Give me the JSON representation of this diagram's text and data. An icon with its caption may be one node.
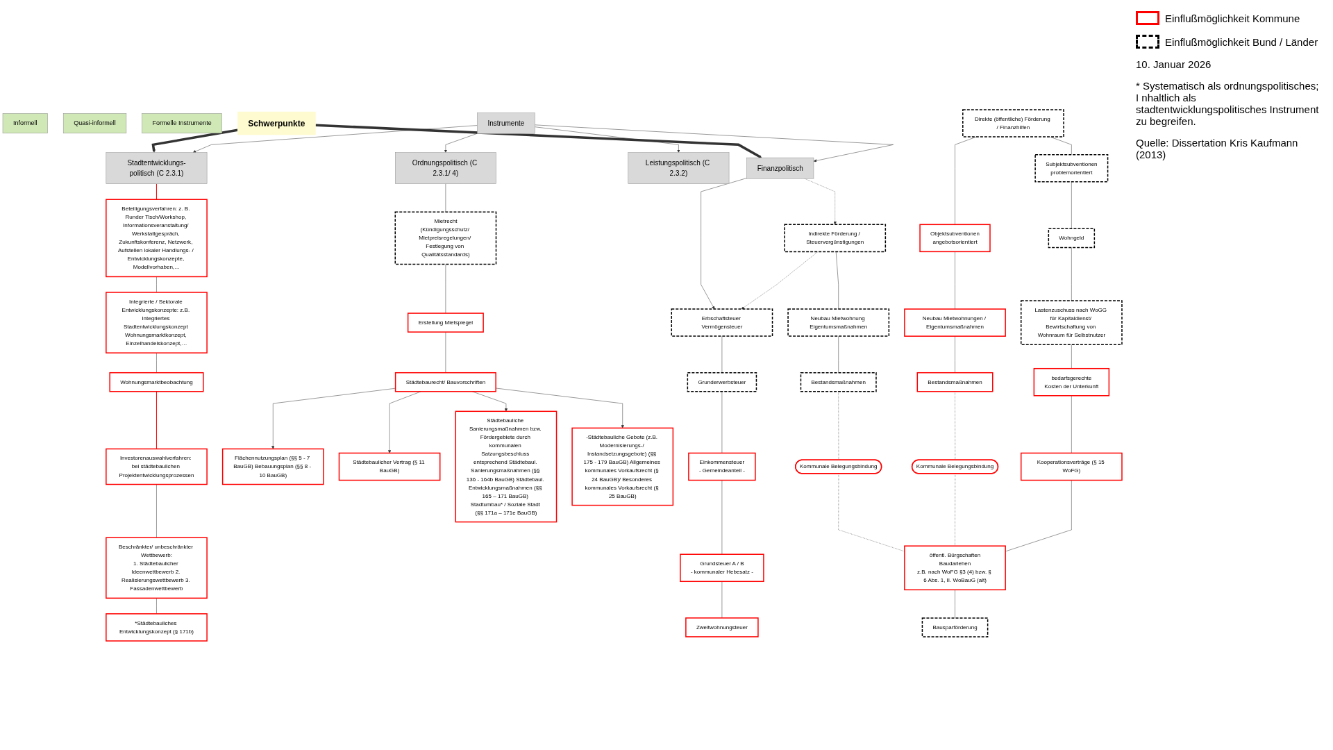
{
  "diagram": {
    "nodes": [
      {
        "text": [
          "Instrumente"
        ]
      },
      {
        "text": [
          "Stadtentwicklungs-politisch (C 2.3.1)"
        ]
      },
      {
        "text": [
          "Ordnungspolitisch (C 2.3.1/ 4)"
        ]
      },
      {
        "text": [
          "Schwerpunkte"
        ]
      },
      {
        "text": [
          "Leistungspolitisch (C 2.3.2)"
        ]
      },
      {
        "text": [
          "Finanzpolitisch"
        ]
      },
      {
        "text": [
          "Informell"
        ]
      },
      {
        "text": [
          "Beteiligungsverfahren: z. B. Runder Tisch/Workshop, Informationsveranstaltung/ Werkstattgespräch, Zukunftskonferenz, Netzwerk, Aufstellen lokaler Handlungs- / Entwicklungskonzepte, Modellvorhaben,…"
        ]
      },
      {
        "text": [
          "Integrierte / Sektorale Entwicklungskonzepte: z.B. Integriertes Stadtentwicklungskonzept Wohnungsmarktkonzept, Einzelhandelskonzept,…"
        ]
      },
      {
        "text": [
          "Wohnungsmarktbeobachtung"
        ]
      },
      {
        "text": [
          "Quasi-informell"
        ]
      },
      {
        "text": [
          "Investorenauswahlverfahren: bei städtebaulichen Projektentwicklungsprozessen"
        ]
      },
      {
        "text": [
          "Beschränkter/ unbeschränkter Wettbewerb:",
          "1. Städtebaulicher Ideenwettbewerb 2. Realisierungswettbewerb 3. Fassadenwettbewerb"
        ]
      },
      {
        "text": [
          "*Städtebauliches Entwicklungskonzept (§ 171b)"
        ]
      },
      {
        "text": [
          "Mietrecht",
          "(Kündigungsschutz/ Mietpreisregelungen/ Festlegung von Qualitätsstandards)"
        ]
      },
      {
        "text": [
          "Erstellung Mietspiegel"
        ]
      },
      {
        "text": [
          "Städtebaurecht/ Bauvorschriften"
        ]
      },
      {
        "text": [
          "Flächennutzungsplan (§§ 5 - 7 BauGB) Bebauungsplan (§§ 8 - 10 BauGB)"
        ]
      },
      {
        "text": [
          "Städtebaulicher Vertrag (§ 11 BauGB)"
        ]
      },
      {
        "text": [
          "Städtebauliche Sanierungsmaßnahmen bzw. Fördergebiete durch kommunalen Satzungsbeschluss entsprechend Städtebaul. Sanierungsmaßnahmen (§§ 136 - 164b BauGB) Städtebaul. Entwicklungsmaßnahmen (§§ 165 – 171 BauGB) Stadtumbau* / Soziale Stadt (§§ 171a – 171e BauGB)"
        ]
      },
      {
        "text": [
          "-Städtebauliche Gebote (z.B. Modernisierungs-/ Instandsetzungsgebote) (§§ 175 - 179 BauGB) Allgemeines kommunales Vorkaufsrecht (§ 24 BauGB)/ Besonderes kommunales Vorkaufsrecht (§ 25 BauGB)"
        ]
      },
      {
        "text": [
          "Direkte (öffentliche) Förderung / Finanzhilfen"
        ]
      },
      {
        "text": [
          "Indirekte Förderung / Steuervergünstigungen"
        ]
      },
      {
        "text": [
          "Objektsubventionen",
          "angebotsorientiert"
        ]
      },
      {
        "text": [
          "Subjektsubventionen",
          "problemorientiert"
        ]
      },
      {
        "text": [
          "Neubau Mietwohnungen / Eigentumsmaßnahmen"
        ]
      },
      {
        "text": [
          "Bestandsmaßnahmen"
        ]
      },
      {
        "text": [
          "Wohngeld"
        ]
      },
      {
        "text": [
          "Lastenzuschuss nach WoGG für Kapitaldienst/ Bewirtschaftung von Wohnraum für Selbstnutzer"
        ]
      },
      {
        "text": [
          "bedarfsgerechte",
          "Kosten der Unterkunft"
        ]
      },
      {
        "text": [
          "Kooperationsverträge (§ 15 WoFG)"
        ]
      },
      {
        "text": [
          "öffentl. Bürgschaften",
          "Baudarlehen",
          "z.B. nach WoFG §3 (4) bzw. § 6 Abs. 1, II. WoBauG (alt)"
        ]
      },
      {
        "text": [
          "Bausparförderung"
        ]
      },
      {
        "text": [
          "Neubau Mietwohnung Eigentumsmaßnahmen"
        ]
      },
      {
        "text": [
          "Bestandsmaßnahmen"
        ]
      },
      {
        "text": [
          "Kommunale Belegungsbindung"
        ]
      },
      {
        "text": [
          "Kommunale Belegungsbindung"
        ]
      },
      {
        "text": [
          "Erbschaftsteuer Vermögensteuer"
        ]
      },
      {
        "text": [
          "Grunderwerbsteuer"
        ]
      },
      {
        "text": [
          "Einkommensteuer",
          "- Gemeindeanteil -"
        ]
      },
      {
        "text": [
          "Grundsteuer A / B",
          "- kommunaler Hebesatz -"
        ]
      },
      {
        "text": [
          "Zweitwohnungsteuer"
        ]
      },
      {
        "text": [
          "Formelle Instrumente"
        ]
      }
    ],
    "edges": [
      {
        "from": 0,
        "to": 1,
        "arrow": "to"
      },
      {
        "from": 0,
        "to": 2,
        "arrow": "to"
      },
      {
        "from": 0,
        "to": 4,
        "arrow": "to"
      },
      {
        "from": 0,
        "to": 5,
        "arrow": "to"
      },
      {
        "from": 3,
        "to": 1,
        "arrow": "to",
        "style": "thick"
      },
      {
        "from": 3,
        "to": 5,
        "arrow": "to",
        "style": "thick"
      },
      {
        "from": 1,
        "to": 7,
        "arrow": "none",
        "color": "#ff0000"
      },
      {
        "from": 7,
        "to": 8,
        "arrow": "none"
      },
      {
        "from": 8,
        "to": 9,
        "arrow": "none"
      },
      {
        "from": 9,
        "to": 11,
        "arrow": "none",
        "color": "#ff0000"
      },
      {
        "from": 11,
        "to": 12,
        "arrow": "none"
      },
      {
        "from": 12,
        "to": 13,
        "arrow": "none"
      },
      {
        "from": 2,
        "to": 14,
        "arrow": "none"
      },
      {
        "from": 14,
        "to": 15,
        "arrow": "none"
      },
      {
        "from": 15,
        "to": 16,
        "arrow": "none"
      },
      {
        "from": 16,
        "to": 17,
        "arrow": "to"
      },
      {
        "from": 16,
        "to": 18,
        "arrow": "to"
      },
      {
        "from": 16,
        "to": 19,
        "arrow": "to"
      },
      {
        "from": 16,
        "to": 20,
        "arrow": "to"
      },
      {
        "from": 5,
        "to": 22,
        "arrow": "to",
        "style": "dashed"
      },
      {
        "from": 22,
        "to": 37,
        "arrow": "to",
        "style": "dashed"
      },
      {
        "from": 5,
        "to": 37,
        "arrow": "to"
      },
      {
        "from": 21,
        "to": 23,
        "arrow": "none"
      },
      {
        "from": 21,
        "to": 24,
        "arrow": "none"
      },
      {
        "from": 23,
        "to": 25,
        "arrow": "none"
      },
      {
        "from": 25,
        "to": 26,
        "arrow": "none"
      },
      {
        "from": 24,
        "to": 27,
        "arrow": "none"
      },
      {
        "from": 27,
        "to": 28,
        "arrow": "none"
      },
      {
        "from": 28,
        "to": 29,
        "arrow": "none"
      },
      {
        "from": 29,
        "to": 30,
        "arrow": "none"
      },
      {
        "from": 30,
        "to": 31,
        "arrow": "none"
      },
      {
        "from": 31,
        "to": 32,
        "arrow": "none"
      },
      {
        "from": 22,
        "to": 33,
        "arrow": "none"
      },
      {
        "from": 33,
        "to": 34,
        "arrow": "none"
      },
      {
        "from": 26,
        "to": 35,
        "arrow": "none",
        "style": "dashed"
      },
      {
        "from": 35,
        "to": 31,
        "arrow": "none",
        "style": "dashed"
      },
      {
        "from": 34,
        "to": 36,
        "arrow": "none",
        "style": "dashed"
      },
      {
        "from": 36,
        "to": 31,
        "arrow": "none",
        "style": "dashed"
      },
      {
        "from": 37,
        "to": 38,
        "arrow": "none"
      },
      {
        "from": 38,
        "to": 39,
        "arrow": "none"
      },
      {
        "from": 39,
        "to": 40,
        "arrow": "none"
      },
      {
        "from": 40,
        "to": 41,
        "arrow": "none"
      }
    ],
    "labels": [
      "10. Januar 2026",
      "* Systematisch als ordnungspolitisches; I nhaltlich als stadtentwicklungspolitisches Instrument zu begreifen.",
      "Quelle: Dissertation Kris Kaufmann (2013)"
    ],
    "legend": [
      {
        "text": "Einflußmöglichkeit Kommune"
      },
      {
        "text": "Einflußmöglichkeit Bund / Länder"
      }
    ]
  }
}
